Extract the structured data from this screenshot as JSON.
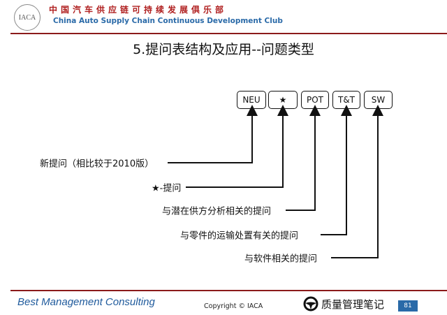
{
  "header": {
    "logo_text": "IACA",
    "org_cn": "中国汽车供应链可持续发展俱乐部",
    "org_en": "China Auto Supply Chain Continuous Development Club",
    "line_color": "#8b1a1a"
  },
  "title": "5.提问表结构及应用--问题类型",
  "boxes": [
    "NEU",
    "★",
    "POT",
    "T&T",
    "SW"
  ],
  "labels": [
    "新提问（相比较于2010版）",
    "★-提问",
    "与潜在供方分析相关的提问",
    "与零件的运输处置有关的提问",
    "与软件相关的提问"
  ],
  "footer": {
    "company": "Best Management Consulting",
    "copyright": "Copyright © IACA",
    "watermark": "质量管理笔记",
    "page": "81",
    "company_color": "#1f5a9c"
  }
}
